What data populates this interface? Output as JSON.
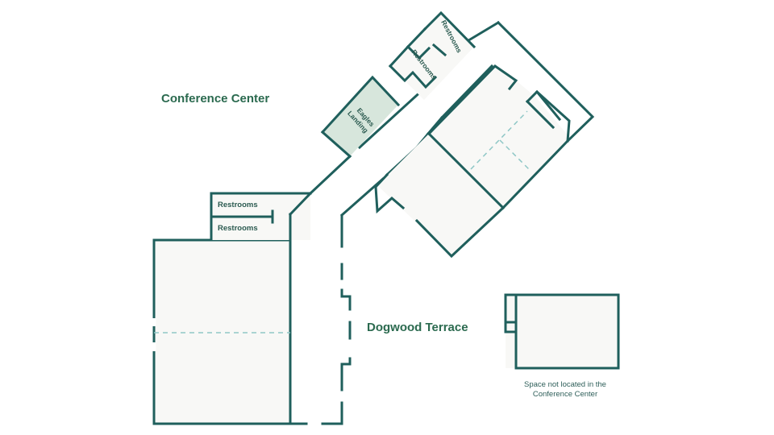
{
  "title": "Conference Center",
  "labels": {
    "restrooms_left_top": "Restrooms",
    "restrooms_left_bottom": "Restrooms",
    "restrooms_top_1": "Restrooms",
    "restrooms_top_2": "Restrooms",
    "eagles_landing_line1": "Eagles",
    "eagles_landing_line2": "Landing",
    "dogwood_terrace": "Dogwood Terrace",
    "offsite_note_line1": "Space not located in the",
    "offsite_note_line2": "Conference Center"
  },
  "colors": {
    "wall": "#1f5f5c",
    "highlight_room": "#d7e6dc",
    "room_fill": "#f8f8f6",
    "divider": "#8fc7c6",
    "label": "#2b6a4f"
  }
}
